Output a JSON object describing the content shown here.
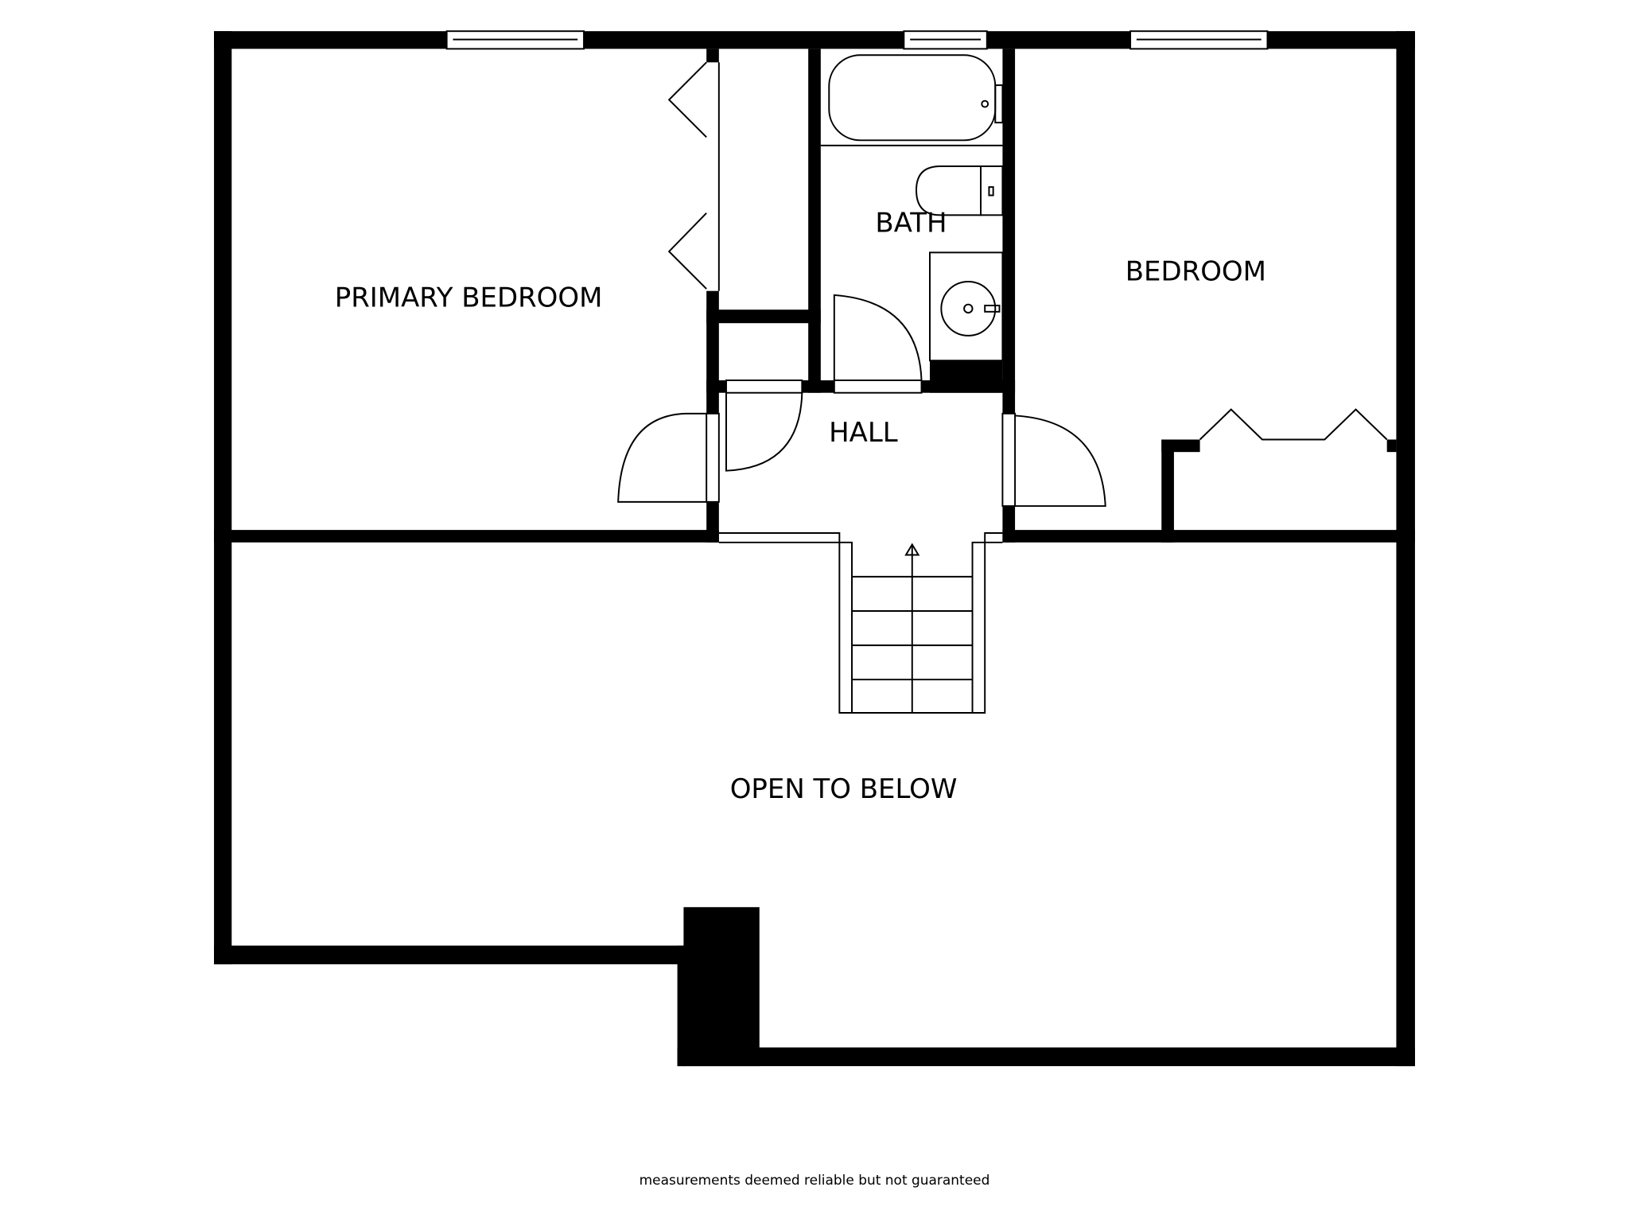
{
  "rooms": {
    "primary_bedroom": "PRIMARY BEDROOM",
    "bath": "BATH",
    "bedroom": "BEDROOM",
    "hall": "HALL",
    "open_to_below": "OPEN TO BELOW"
  },
  "footer": {
    "disclaimer": "measurements deemed reliable but not guaranteed"
  }
}
